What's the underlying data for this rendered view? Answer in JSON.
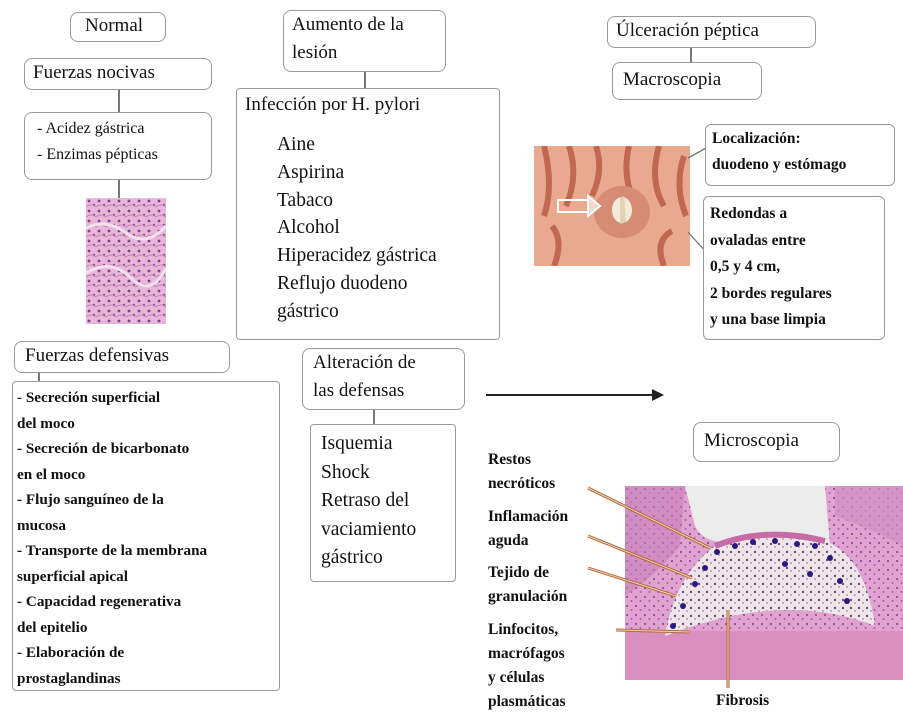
{
  "col1": {
    "normal": "Normal",
    "fuerzas_nocivas": "Fuerzas nocivas",
    "nocivas_items": [
      "- Acidez gástrica",
      "- Enzimas pépticas"
    ],
    "fuerzas_defensivas": "Fuerzas defensivas",
    "defensivas_lines": [
      "- Secreción superficial",
      "del moco",
      "- Secreción de bicarbonato",
      "en el moco",
      "- Flujo sanguíneo de la",
      "mucosa",
      "- Transporte de la membrana",
      "superficial apical",
      "- Capacidad regenerativa",
      "del epitelio",
      "- Elaboración de",
      "prostaglandinas"
    ]
  },
  "col2": {
    "aumento_lines": [
      "Aumento de la",
      "lesión"
    ],
    "infeccion": "Infección por H. pylori",
    "factores": [
      "Aine",
      "Aspirina",
      "Tabaco",
      "Alcohol",
      "Hiperacidez gástrica",
      "Reflujo duodeno",
      "gástrico"
    ],
    "alteracion_lines": [
      "Alteración de",
      "las defensas"
    ],
    "isquemia_lines": [
      "Isquemia",
      "Shock",
      "Retraso del",
      "vaciamiento",
      "gástrico"
    ]
  },
  "col3": {
    "ulceracion": "Úlceración péptica",
    "macroscopia": "Macroscopia",
    "localizacion_lines": [
      "Localización:",
      "duodeno y estómago"
    ],
    "redondas_lines": [
      "Redondas a",
      "ovaladas entre",
      "0,5 y 4 cm,",
      "2 bordes regulares",
      "y una base limpia"
    ],
    "microscopia": "Microscopia",
    "micro_labels": {
      "restos": [
        "Restos",
        "necróticos"
      ],
      "inflamacion": [
        "Inflamación",
        "aguda"
      ],
      "tejido": [
        "Tejido de",
        "granulación"
      ],
      "linfocitos": [
        "Linfocitos,",
        "macrófagos",
        "y células",
        "plasmáticas"
      ],
      "fibrosis": "Fibrosis"
    }
  },
  "colors": {
    "border": "#9a9a9a",
    "line": "#777777",
    "histo_pink": "#d98fc0",
    "ulcer_red": "#c8705a"
  }
}
